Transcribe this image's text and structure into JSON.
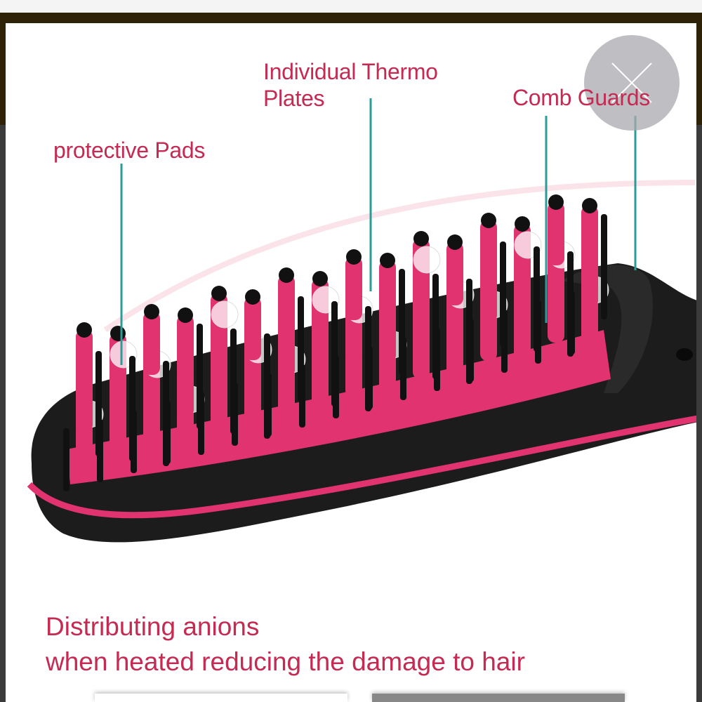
{
  "product_image": {
    "labels": {
      "thermo_plates": [
        "Individual Thermo",
        "Plates"
      ],
      "comb_guards": "Comb Guards",
      "protective_pads": "protective Pads"
    },
    "caption": [
      "Distributing anions",
      "when heated reducing the damage to hair"
    ]
  },
  "close_button": {
    "icon": "close-icon"
  },
  "colors": {
    "label": "#c42a52",
    "leader_line": "#2a9d9a",
    "brush_pink": "#e0336f",
    "brush_black": "#1c1c1c",
    "header_band": "#2e2208"
  }
}
